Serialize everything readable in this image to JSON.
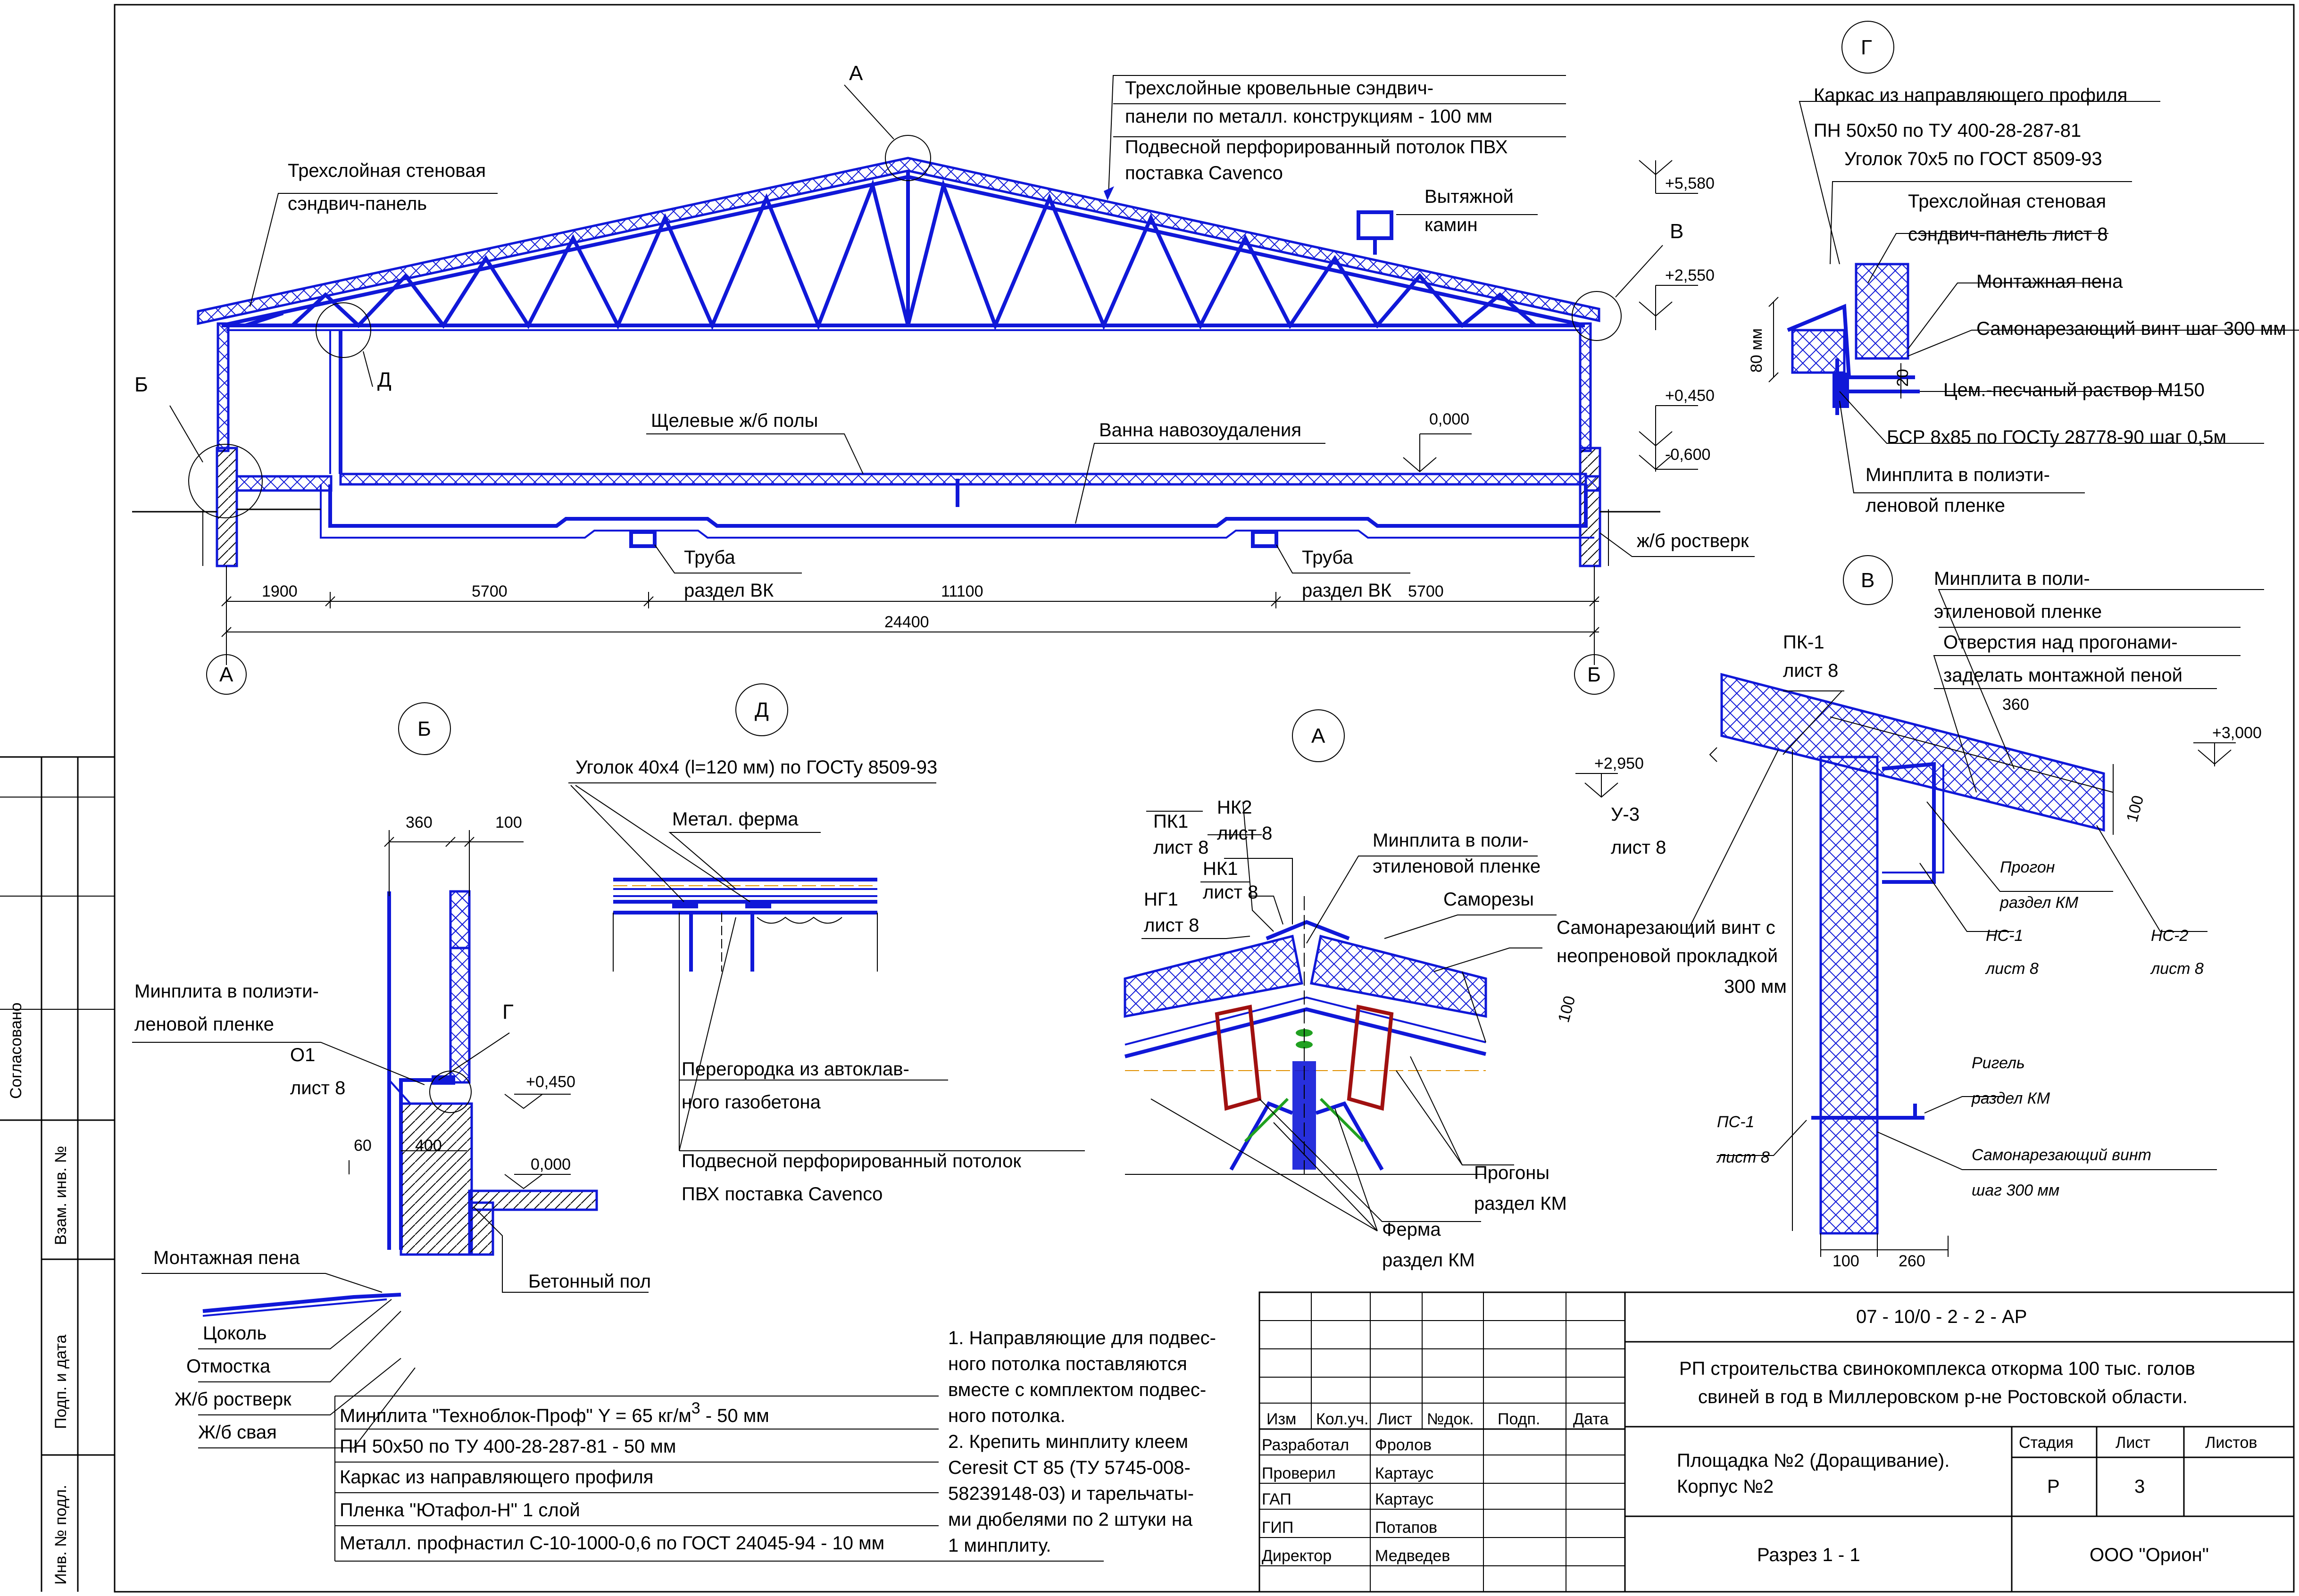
{
  "colors": {
    "line": "#000000",
    "structure": "#1018d8",
    "accent": "#a01010",
    "background": "#ffffff"
  },
  "main_section": {
    "callout_a": "А",
    "callout_b": "Б",
    "callout_v": "В",
    "callout_d": "Д",
    "wall_note_1": "Трехслойная стеновая",
    "wall_note_2": "сэндвич-панель",
    "roof_note_1": "Трехслойные кровельные сэндвич-",
    "roof_note_2": "панели по металл. конструкциям   - 100 мм",
    "roof_note_3": "Подвесной перфорированный потолок ПВХ",
    "roof_note_4": "поставка Cavenco",
    "chimney_1": "Вытяжной",
    "chimney_2": "камин",
    "floor_note": "Щелевые ж/б полы",
    "bath_note": "Ванна навозоудаления",
    "pipe_1": "Труба",
    "pipe_section": "раздел ВК",
    "grillage": "ж/б ростверк",
    "lvl_ridge": "+5,580",
    "lvl_eave": "+2,550",
    "lvl_plus045": "+0,450",
    "lvl_minus060": "-0,600",
    "lvl_zero": "0,000",
    "dims": [
      "1900",
      "5700",
      "11100",
      "5700"
    ],
    "dim_total": "24400",
    "axis_a": "А",
    "axis_b": "Б"
  },
  "detail_g": {
    "title": "Г",
    "n1": "Каркас из направляющего профиля",
    "n2": "ПН 50х50 по ТУ 400-28-287-81",
    "n3": "Уголок 70х5 по ГОСТ  8509-93",
    "n4": "Трехслойная стеновая",
    "n5": "сэндвич-панель лист 8",
    "n6": "Монтажная пена",
    "n7": "Самонарезающий винт шаг 300 мм",
    "n8": "Цем.-песчаный раствор М150",
    "n9": "БСР 8х85 по ГОСТу 28778-90 шаг 0,5м",
    "n10": "Минплита в полиэти-",
    "n11": "леновой пленке",
    "dim_80": "80 мм",
    "dim_20": "20"
  },
  "detail_v": {
    "title": "В",
    "n1": "Минплита в поли-",
    "n2": "этиленовой пленке",
    "n3": "Отверстия над прогонами-",
    "n4": "заделать монтажной пеной",
    "pk1": "ПК-1",
    "pk1_sheet": "лист 8",
    "u3": "У-3",
    "u3_sheet": "лист 8",
    "lvl_2950": "+2,950",
    "lvl_3000": "+3,000",
    "dim_360": "360",
    "dim_100": "100",
    "progon": "Прогон",
    "progon_sec": "раздел КМ",
    "ns1": "НС-1",
    "ns1_sheet": "лист 8",
    "ns2": "НС-2",
    "ns2_sheet": "лист 8",
    "rigel": "Ригель",
    "rigel_sec": "раздел КМ",
    "ps1": "ПС-1",
    "ps1_sheet": "лист 8",
    "screw_1": "Самонарезающий винт",
    "screw_2": "шаг 300 мм",
    "dim_b100": "100",
    "dim_b260": "260"
  },
  "detail_b": {
    "title": "Б",
    "dim_360": "360",
    "dim_100": "100",
    "n1": "Минплита в полиэти-",
    "n2": "леновой пленке",
    "o1": "О1",
    "o1_sheet": "лист 8",
    "g": "Г",
    "lvl_045": "+0,450",
    "lvl_0": "0,000",
    "dim_60": "60",
    "dim_400": "400",
    "foam": "Монтажная пена",
    "concrete_floor": "Бетонный пол",
    "plinth": "Цоколь",
    "apron": "Отмостка",
    "grillage": "Ж/б ростверк",
    "pile": "Ж/б свая"
  },
  "detail_d": {
    "title": "Д",
    "n1": "Уголок 40х4 (l=120 мм) по ГОСТу 8509-93",
    "n2": "Метал. ферма",
    "n3": "Перегородка из автоклав-",
    "n4": "ного газобетона",
    "n5": "Подвесной перфорированный потолок",
    "n6": "ПВХ поставка Cavenco"
  },
  "detail_a": {
    "title": "А",
    "pk1": "ПК1",
    "pk1_sheet": "лист 8",
    "nk2": "НК2",
    "nk2_sheet": "лист 8",
    "nk1": "НК1",
    "nk1_sheet": "лист 8",
    "ng1": "НГ1",
    "ng1_sheet": "лист 8",
    "n1": "Минплита в поли-",
    "n2": "этиленовой пленке",
    "screws": "Саморезы",
    "s1": "Самонарезающий винт с",
    "s2": "неопреновой прокладкой",
    "s3": "300 мм",
    "dim_100": "100",
    "purlins": "Прогоны",
    "purlins_sec": "раздел КМ",
    "truss": "Ферма",
    "truss_sec": "раздел КМ"
  },
  "layers": [
    "Минплита \"Техноблок-Проф\"  Y = 65 кг/м",
    "ПН 50х50 по ТУ 400-28-287-81                    - 50 мм",
    "Каркас из направляющего профиля",
    "Пленка \"Ютафол-Н\" 1 слой",
    "Металл. профнастил С-10-1000-0,6 по ГОСТ 24045-94 - 10 мм"
  ],
  "layer1_sup": "3",
  "layer1_tail": " - 50 мм",
  "notes": [
    "1. Направляющие для подвес-",
    "ного потолка поставляются",
    "вместе с комплектом подвес-",
    "ного потолка.",
    "2. Крепить минплиту клеем",
    "Ceresit CT 85 (ТУ 5745-008-",
    "58239148-03) и тарельчаты-",
    "ми дюбелями по 2 штуки на",
    "1 минплиту."
  ],
  "stamp": {
    "code": "07 - 10/0 - 2 - 2 - АР",
    "project_1": "РП строительства свинокомплекса откорма 100 тыс. голов",
    "project_2": "свиней в год в Миллеровском р-не Ростовской области.",
    "cols": [
      "Изм",
      "Кол.уч.",
      "Лист",
      "№док.",
      "Подп.",
      "Дата"
    ],
    "roles": [
      "Разработал",
      "Проверил",
      "ГАП",
      "ГИП",
      "Директор"
    ],
    "names": [
      "Фролов",
      "Картаус",
      "Картаус",
      "Потапов",
      "Медведев"
    ],
    "object_1": "Площадка №2 (Доращивание).",
    "object_2": "Корпус №2",
    "stage_h": "Стадия",
    "sheet_h": "Лист",
    "sheets_h": "Листов",
    "stage": "Р",
    "sheet": "3",
    "sheets": "",
    "title": "Разрез 1 - 1",
    "org": "ООО \"Орион\""
  },
  "side": {
    "agreed": "Согласовано",
    "inv_repl": "Взам. инв. №",
    "sign_date": "Подп. и дата",
    "inv_orig": "Инв. № подл."
  }
}
